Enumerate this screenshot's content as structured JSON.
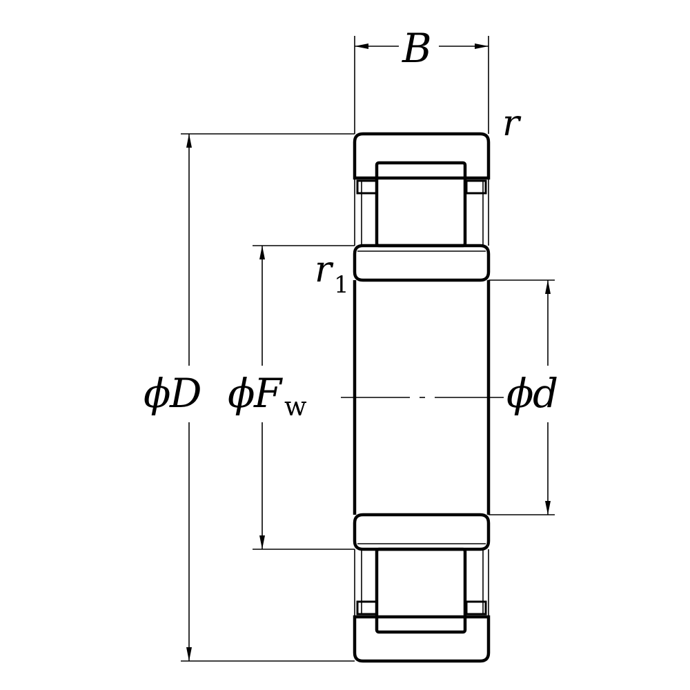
{
  "labels": {
    "width": "B",
    "corner_outer": "r",
    "corner_inner": "r",
    "corner_inner_sub": "1",
    "outer_dia_phi": "ϕ",
    "outer_dia": "D",
    "roller_dia_phi": "ϕ",
    "roller_dia": "F",
    "roller_dia_sub": "w",
    "bore_dia_phi": "ϕ",
    "bore_dia": "d"
  },
  "colors": {
    "line": "#000000",
    "background": "#ffffff"
  }
}
